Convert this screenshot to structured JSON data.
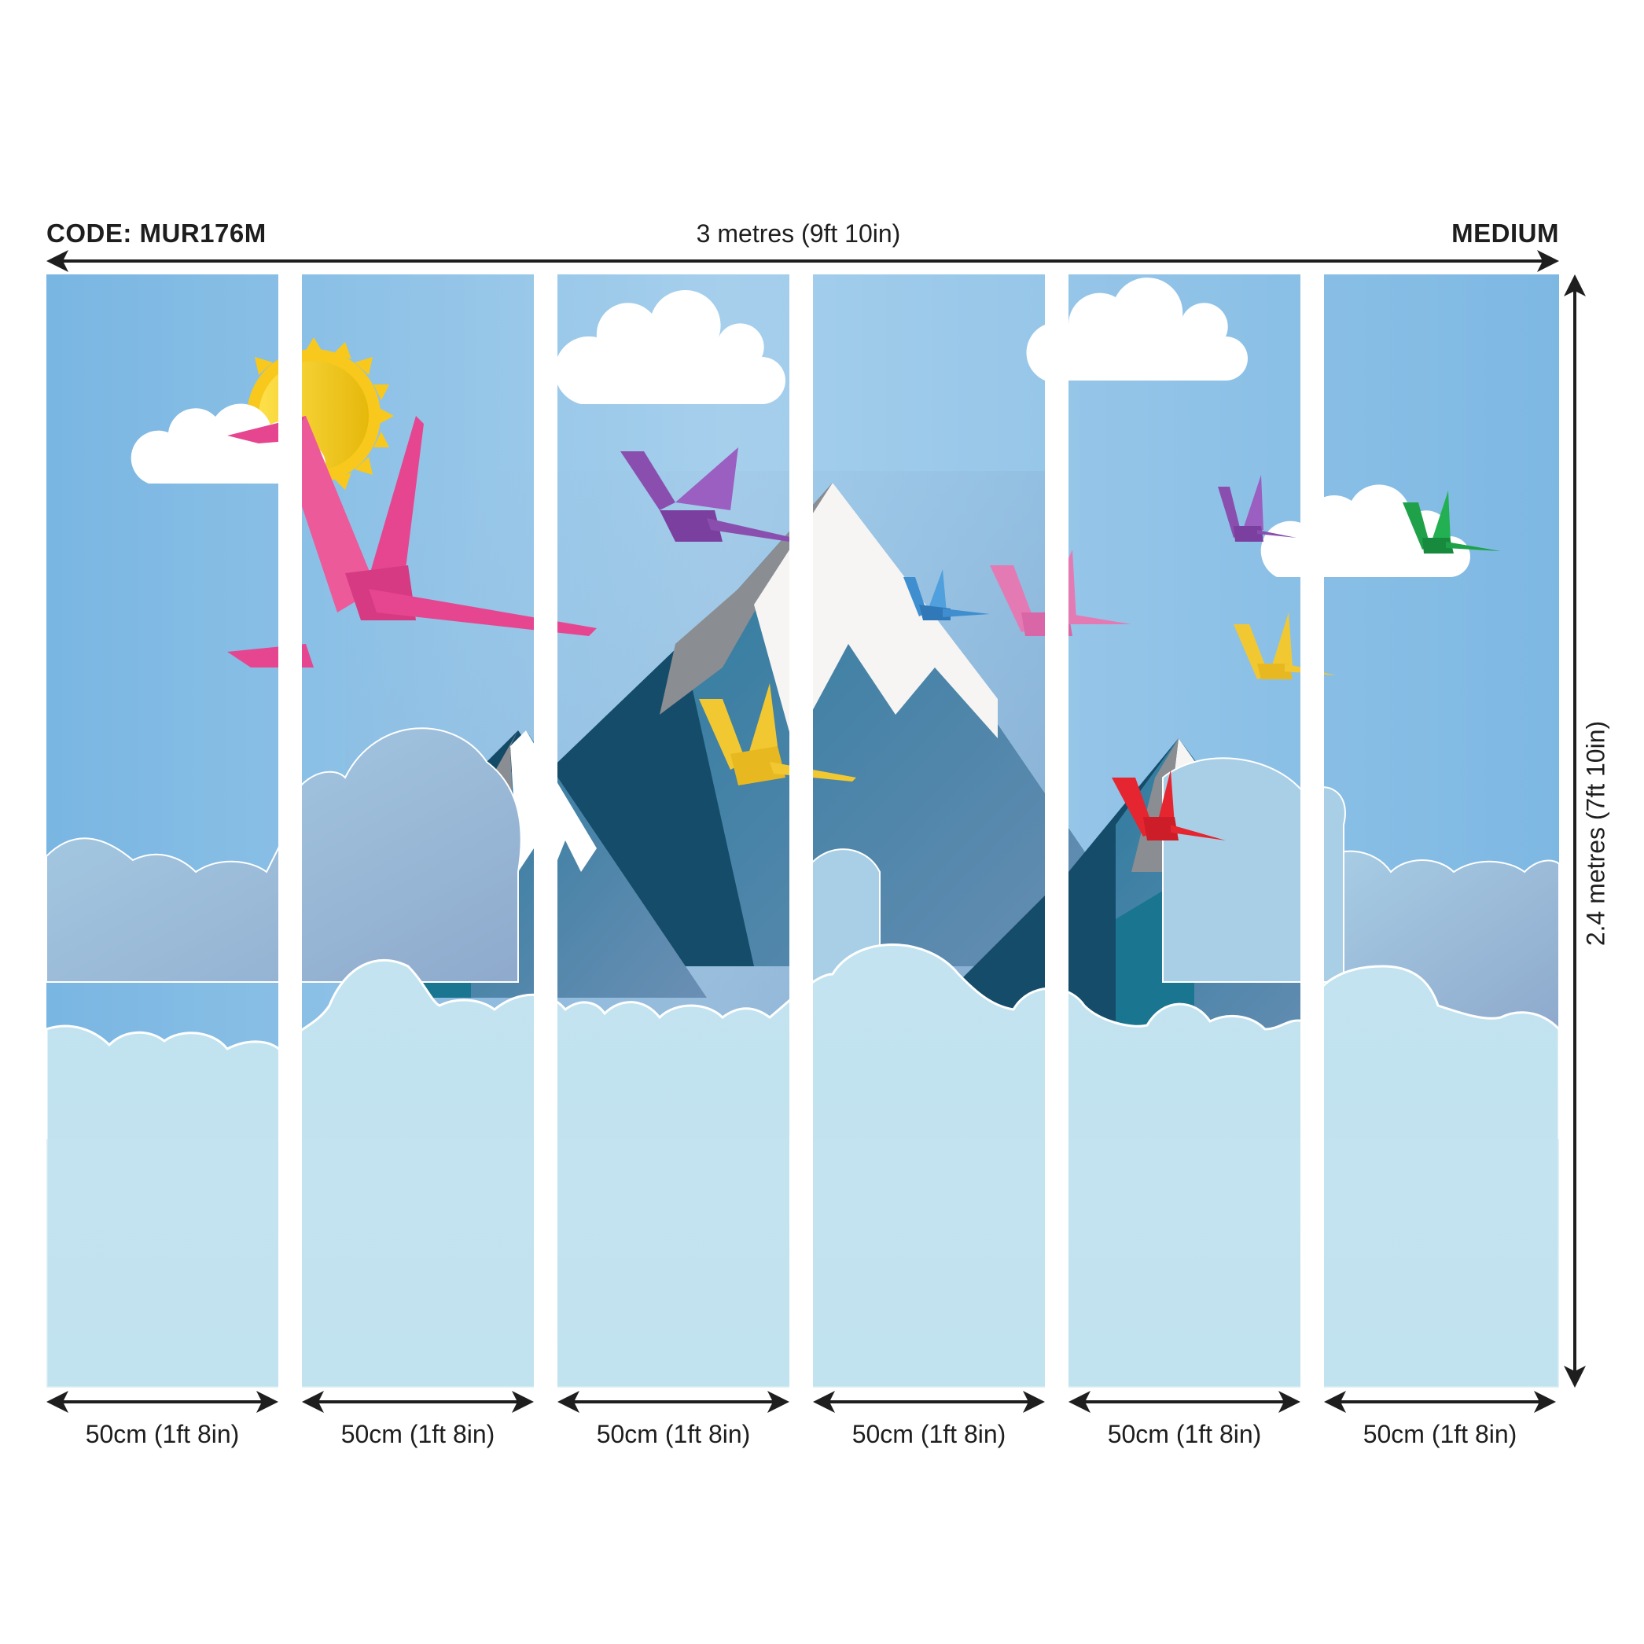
{
  "header": {
    "code_label": "CODE: MUR176M",
    "total_width_label": "3 metres (9ft 10in)",
    "size_label": "MEDIUM"
  },
  "dimensions": {
    "height_label": "2.4 metres (7ft 10in)",
    "panel_count": 6,
    "panels": [
      {
        "index": 1,
        "width_label": "50cm (1ft 8in)"
      },
      {
        "index": 2,
        "width_label": "50cm (1ft 8in)"
      },
      {
        "index": 3,
        "width_label": "50cm (1ft 8in)"
      },
      {
        "index": 4,
        "width_label": "50cm (1ft 8in)"
      },
      {
        "index": 5,
        "width_label": "50cm (1ft 8in)"
      },
      {
        "index": 6,
        "width_label": "50cm (1ft 8in)"
      }
    ]
  },
  "mural": {
    "scene": "origami cranes flying over paper-cut snowy mountains and clouds",
    "elements": [
      "sun",
      "clouds",
      "mountains",
      "pink-crane",
      "purple-crane",
      "yellow-crane",
      "blue-crane",
      "red-crane",
      "green-crane"
    ],
    "colors": {
      "sky": "#86bee6",
      "sky_light": "#a7d0ec",
      "cloud_bank": "#bfe2ef",
      "cloud_white": "#ffffff",
      "sun": "#f5c518",
      "mountain_dark": "#144c6a",
      "mountain_mid": "#3f7fa3",
      "mountain_teal": "#1a7590",
      "snow": "#f6f5f3",
      "rock_grey": "#8a8d91",
      "crane_pink": "#e6468f",
      "crane_purple": "#8a4fae",
      "crane_yellow": "#f2c832",
      "crane_blue": "#3f8fd0",
      "crane_red": "#e52530",
      "crane_green": "#1fa14a"
    }
  }
}
